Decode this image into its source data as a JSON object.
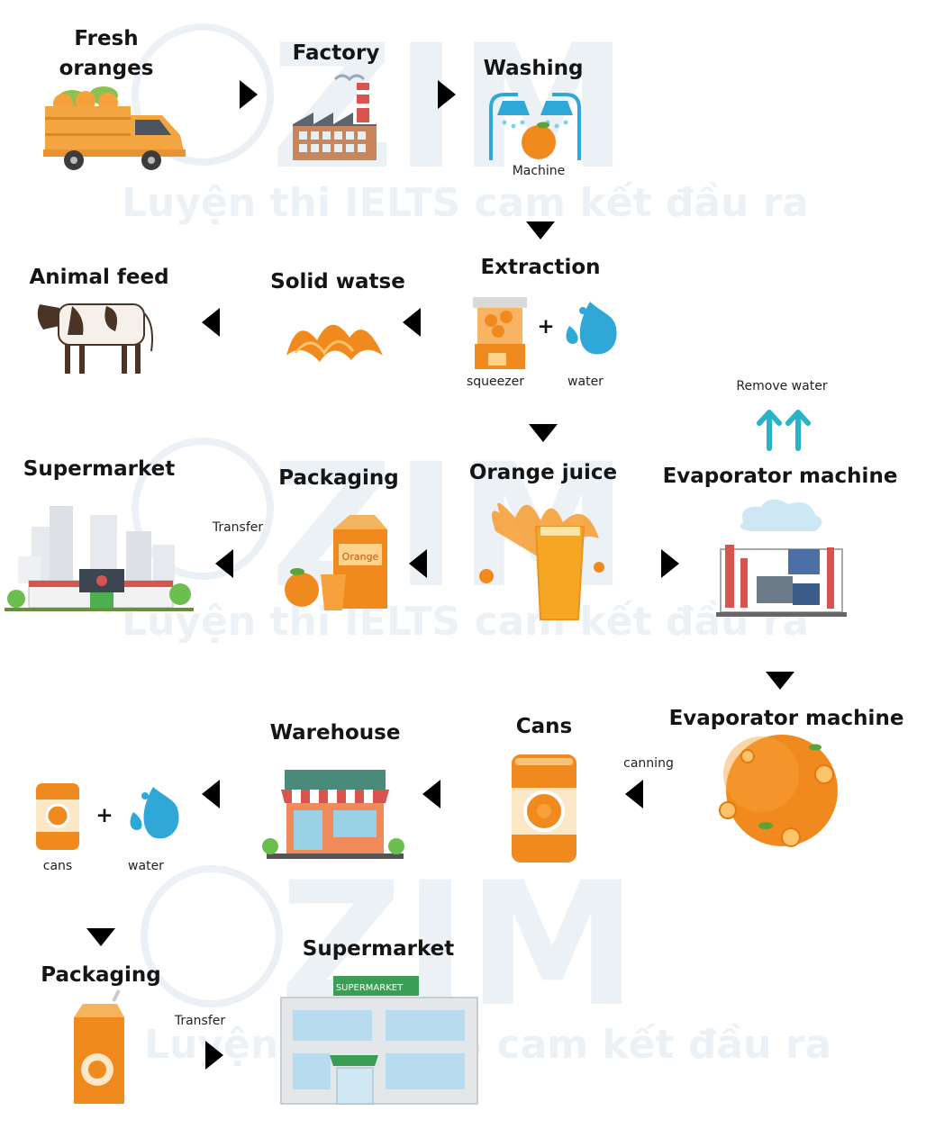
{
  "watermark": {
    "brand": "ZIM",
    "slogan": "Luyện thi IELTS cam kết đầu ra"
  },
  "stages": {
    "fresh_oranges": [
      "Fresh",
      "oranges"
    ],
    "factory": "Factory",
    "washing": "Washing",
    "machine": "Machine",
    "extraction": "Extraction",
    "squeezer": "squeezer",
    "water_1": "water",
    "plus_1": "+",
    "solid_waste": "Solid watse",
    "animal_feed": "Animal feed",
    "orange_juice": "Orange juice",
    "packaging_1": "Packaging",
    "transfer_1": "Transfer",
    "supermarket_1": "Supermarket",
    "remove_water": "Remove water",
    "evaporator_1": "Evaporator machine",
    "evaporator_2": "Evaporator machine",
    "canning": "canning",
    "cans_title": "Cans",
    "warehouse": "Warehouse",
    "cans_small": "cans",
    "water_2": "water",
    "plus_2": "+",
    "packaging_2": "Packaging",
    "transfer_2": "Transfer",
    "supermarket_2": "Supermarket",
    "supermarket_sign": "SUPERMARKET",
    "carton_label": "Orange"
  },
  "colors": {
    "orange": "#f08a1e",
    "arrow": "#333333",
    "teal": "#29b3c9",
    "watermark": "#e9eff6"
  }
}
